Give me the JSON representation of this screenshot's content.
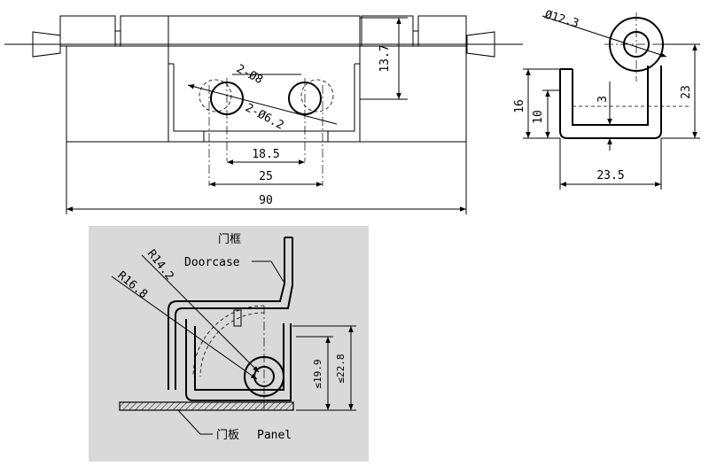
{
  "front_view": {
    "holes_large": "2-Ø8",
    "holes_small": "2-Ø6.2",
    "height_13_7": "13.7",
    "dim_18_5": "18.5",
    "dim_25": "25",
    "dim_90": "90"
  },
  "side_view": {
    "eye_diameter": "Ø12.3",
    "dim_16": "16",
    "dim_10": "10",
    "dim_3": "3",
    "dim_23": "23",
    "dim_23_5": "23.5"
  },
  "install_view": {
    "doorcase_cn": "门框",
    "doorcase_en": "Doorcase",
    "panel_cn": "门板",
    "panel_en": "Panel",
    "r_inner": "R14.2",
    "r_outer": "R16.8",
    "dim_19_9": "≤19.9",
    "dim_22_8": "≤22.8"
  },
  "colors": {
    "background": "#ffffff",
    "panel_bg": "#d9d9d9",
    "ink": "#000000"
  }
}
